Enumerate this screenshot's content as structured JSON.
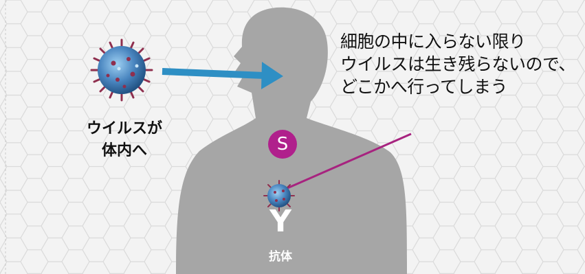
{
  "caption": {
    "line1": "細胞の中に入らない限り",
    "line2": "ウイルスは生き残らないので、",
    "line3": "どこかへ行ってしまう"
  },
  "virus_label": {
    "line1": "ウイルスが",
    "line2": "体内へ"
  },
  "s_badge": "S",
  "y_letter": "Y",
  "antibody_label": "抗体",
  "colors": {
    "background": "#f3f3f3",
    "hexagon_grid": "#d9d9d9",
    "silhouette": "#a6a6a6",
    "arrow": "#2e8fc4",
    "pointer_line": "#a7237f",
    "badge": "#b0208c",
    "virus_body": "#4a86c0",
    "virus_spike": "#8f2f4e"
  },
  "icons": {
    "virus": "coronavirus-icon",
    "arrow": "arrow-right-icon"
  }
}
